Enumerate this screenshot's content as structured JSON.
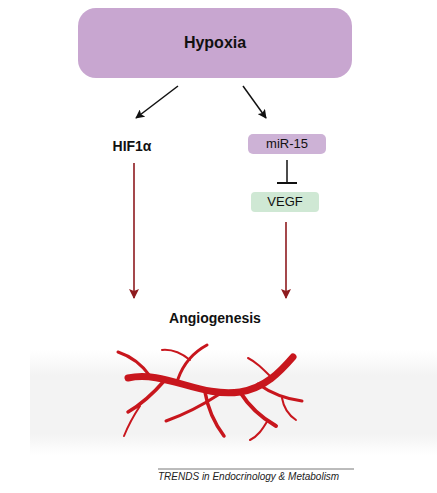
{
  "diagram": {
    "nodes": [
      {
        "text": [
          "Hypoxia"
        ]
      },
      {
        "text": [
          "HIF1α"
        ]
      },
      {
        "text": [
          "miR-15"
        ]
      },
      {
        "text": [
          "VEGF"
        ]
      },
      {
        "text": [
          "Angiogenesis"
        ]
      }
    ],
    "edges": [
      {
        "from": 0,
        "to": 1,
        "arrow": "to"
      },
      {
        "from": 0,
        "to": 2,
        "arrow": "to"
      },
      {
        "from": 2,
        "to": 3,
        "arrow": "to"
      },
      {
        "from": 1,
        "to": 4,
        "arrow": "to"
      },
      {
        "from": 3,
        "to": 4,
        "arrow": "to"
      }
    ],
    "labels": [
      "TRENDS in Endocrinology & Metabolism"
    ]
  }
}
